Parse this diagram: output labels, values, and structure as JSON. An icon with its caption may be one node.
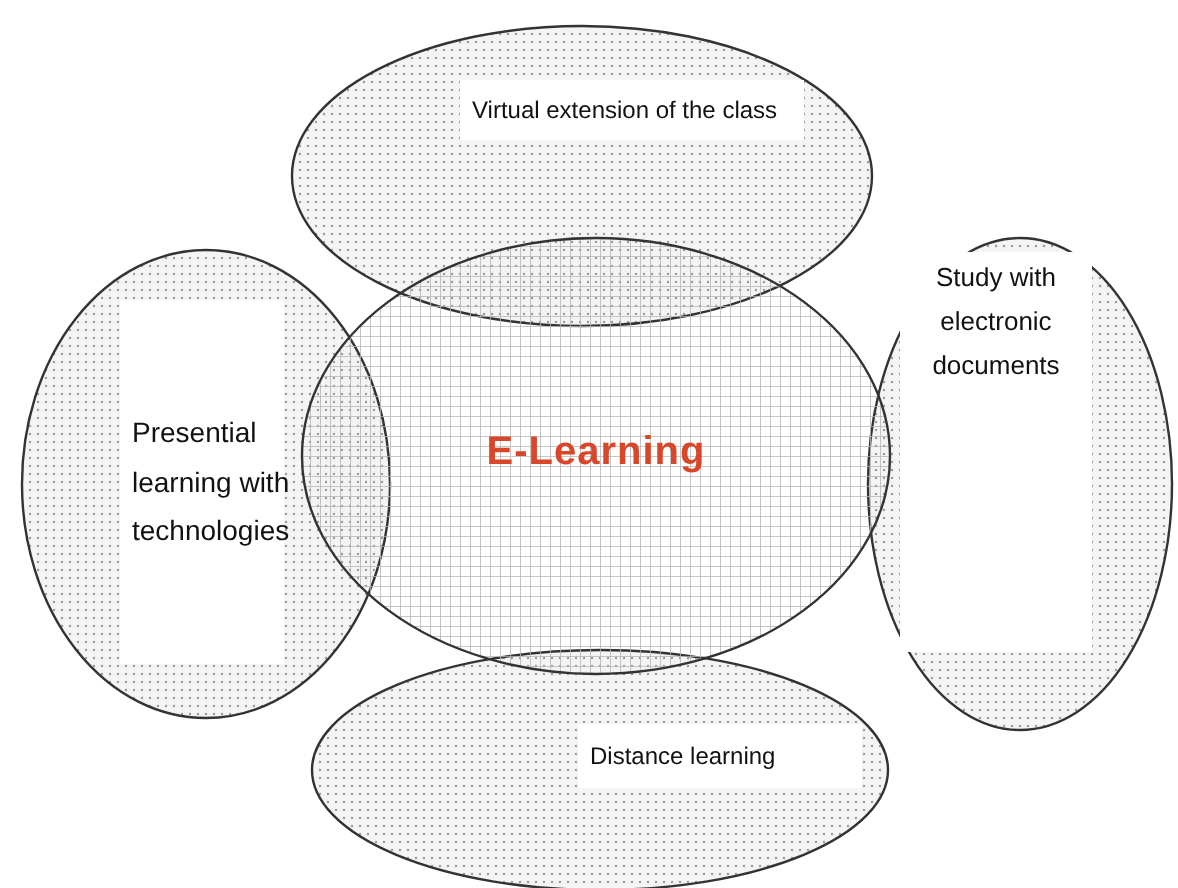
{
  "diagram": {
    "nodes": [
      {
        "text": [
          "Virtual extension of the class"
        ]
      },
      {
        "text": [
          "Presential learning with technologies"
        ]
      },
      {
        "text": [
          "E-Learning"
        ]
      },
      {
        "text": [
          "Study with electronic documents"
        ]
      },
      {
        "text": [
          "Distance learning"
        ]
      }
    ]
  }
}
